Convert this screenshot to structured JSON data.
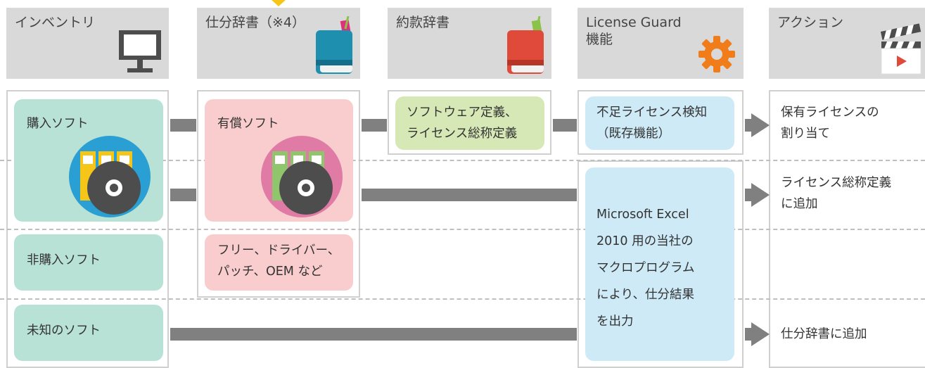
{
  "headers": [
    {
      "label": "インベントリ",
      "icon": "monitor-icon"
    },
    {
      "label": "仕分辞書（※4）",
      "icon": "blue-book-icon"
    },
    {
      "label": "約款辞書",
      "icon": "red-book-icon"
    },
    {
      "label": "License Guard\n機能",
      "icon": "gear-icon"
    },
    {
      "label": "アクション",
      "icon": "clapperboard-icon"
    }
  ],
  "inventory": {
    "purchased": "購入ソフト",
    "non_purchased": "非購入ソフト",
    "unknown": "未知のソフト"
  },
  "sort_dict": {
    "paid": "有償ソフト",
    "free": "フリー、ドライバー、\nパッチ、OEM など"
  },
  "terms_dict": {
    "definition": "ソフトウェア定義、\nライセンス総称定義"
  },
  "license_guard": {
    "detect": "不足ライセンス検知\n（既存機能）",
    "macro": "Microsoft Excel\n2010 用の当社の\nマクロプログラム\nにより、仕分結果\nを出力"
  },
  "actions": {
    "assign": "保有ライセンスの\n割り当て",
    "add_generic": "ライセンス総称定義\nに追加",
    "add_dict": "仕分辞書に追加"
  },
  "colors": {
    "header_bg": "#d9d9d9",
    "teal": "#b8e2d6",
    "pink": "#f9cdcd",
    "green": "#d6e8b5",
    "blue": "#cdeaf6",
    "arrow": "#808080",
    "accent_yellow": "#f5c518"
  }
}
